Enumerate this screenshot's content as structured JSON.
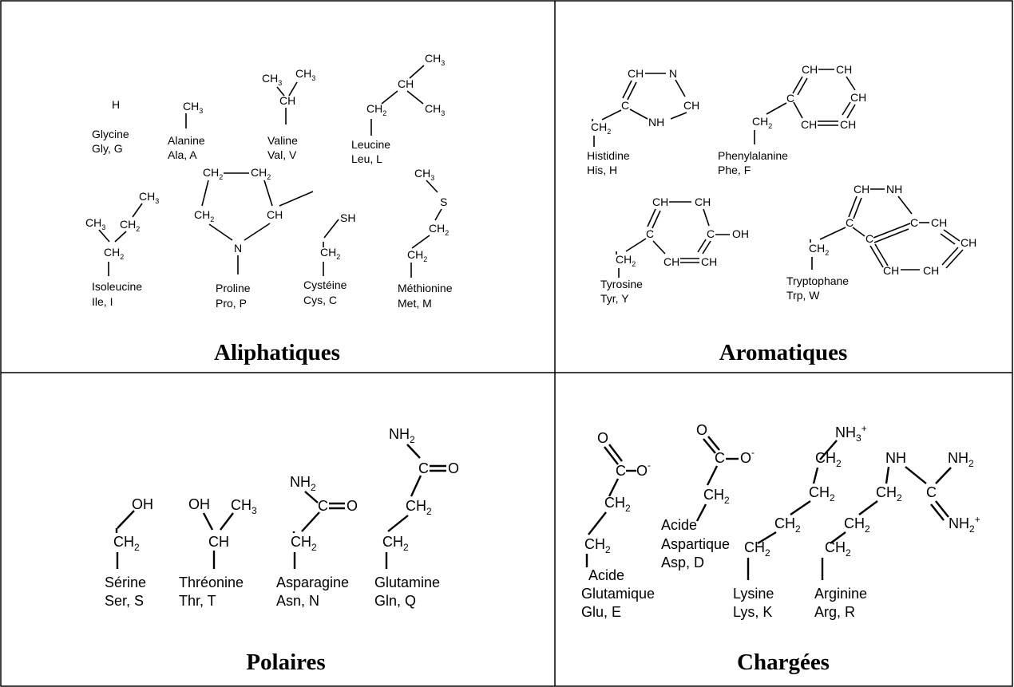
{
  "panels": {
    "aliphatic": {
      "title": "Aliphatiques",
      "amino_acids": [
        {
          "name": "Glycine",
          "code": "Gly, G"
        },
        {
          "name": "Alanine",
          "code": "Ala, A"
        },
        {
          "name": "Valine",
          "code": "Val, V"
        },
        {
          "name": "Leucine",
          "code": "Leu, L"
        },
        {
          "name": "Isoleucine",
          "code": "Ile, I"
        },
        {
          "name": "Proline",
          "code": "Pro, P"
        },
        {
          "name": "Cystéine",
          "code": "Cys, C"
        },
        {
          "name": "Méthionine",
          "code": "Met, M"
        }
      ]
    },
    "aromatic": {
      "title": "Aromatiques",
      "amino_acids": [
        {
          "name": "Histidine",
          "code": "His, H"
        },
        {
          "name": "Phenylalanine",
          "code": "Phe, F"
        },
        {
          "name": "Tyrosine",
          "code": "Tyr, Y"
        },
        {
          "name": "Tryptophane",
          "code": "Trp, W"
        }
      ]
    },
    "polar": {
      "title": "Polaires",
      "amino_acids": [
        {
          "name": "Sérine",
          "code": "Ser, S"
        },
        {
          "name": "Thréonine",
          "code": "Thr, T"
        },
        {
          "name": "Asparagine",
          "code": "Asn, N"
        },
        {
          "name": "Glutamine",
          "code": "Gln, Q"
        }
      ]
    },
    "charged": {
      "title": "Chargées",
      "amino_acids": [
        {
          "name_lines": [
            "Acide",
            "Glutamique"
          ],
          "code": "Glu, E"
        },
        {
          "name_lines": [
            "Acide",
            "Aspartique"
          ],
          "code": "Asp, D"
        },
        {
          "name": "Lysine",
          "code": "Lys, K"
        },
        {
          "name": "Arginine",
          "code": "Arg, R"
        }
      ]
    }
  },
  "atoms": {
    "H": "H",
    "C": "C",
    "N": "N",
    "O": "O",
    "S": "S",
    "CH": "CH",
    "CH_base": "CH",
    "NH": "NH",
    "NH_base": "NH",
    "OH": "OH",
    "SH": "SH",
    "sub2": "2",
    "sub3": "3",
    "minus": "-",
    "plus": "+"
  }
}
